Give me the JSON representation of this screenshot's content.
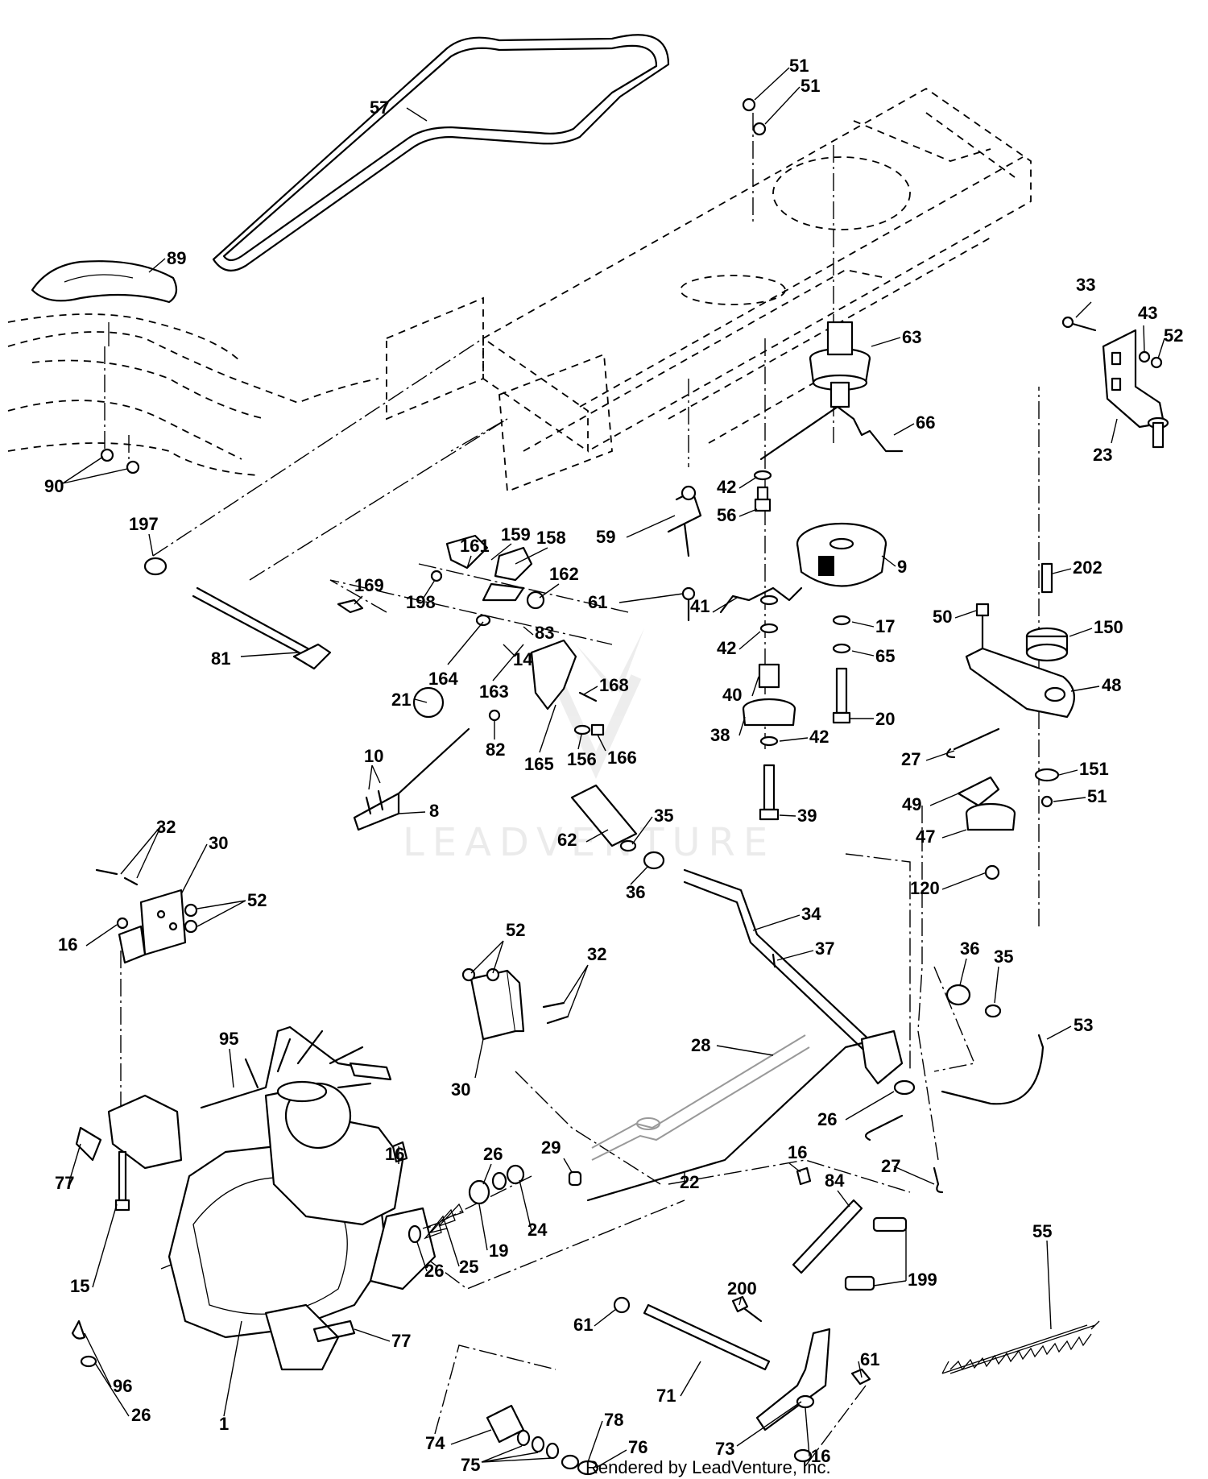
{
  "watermark": "LEADVENTURE",
  "credit": "Rendered by LeadVenture, Inc.",
  "callouts": [
    "57",
    "51",
    "51",
    "89",
    "63",
    "33",
    "43",
    "52",
    "66",
    "23",
    "90",
    "42",
    "56",
    "59",
    "9",
    "197",
    "161",
    "159",
    "158",
    "162",
    "198",
    "169",
    "61",
    "202",
    "41",
    "17",
    "50",
    "150",
    "42",
    "65",
    "83",
    "164",
    "81",
    "14",
    "163",
    "168",
    "40",
    "20",
    "48",
    "21",
    "38",
    "42",
    "27",
    "151",
    "82",
    "165",
    "156",
    "166",
    "51",
    "10",
    "39",
    "49",
    "8",
    "35",
    "47",
    "32",
    "30",
    "62",
    "36",
    "120",
    "52",
    "34",
    "16",
    "52",
    "37",
    "32",
    "36",
    "35",
    "95",
    "53",
    "28",
    "30",
    "26",
    "29",
    "27",
    "16",
    "22",
    "26",
    "84",
    "77",
    "24",
    "16",
    "19",
    "25",
    "26",
    "55",
    "199",
    "15",
    "200",
    "61",
    "77",
    "71",
    "61",
    "96",
    "78",
    "74",
    "26",
    "1",
    "75",
    "73",
    "76",
    "16"
  ]
}
